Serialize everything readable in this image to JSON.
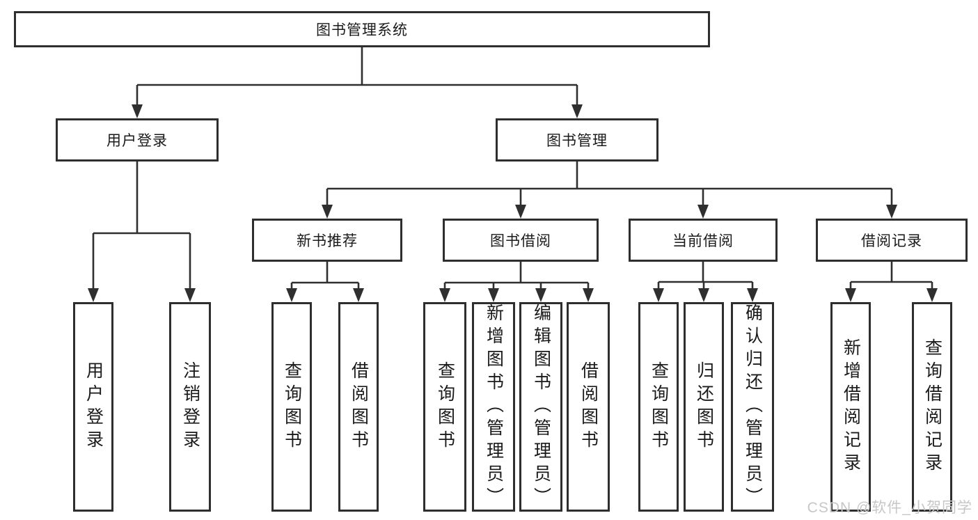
{
  "page": {
    "background_color": "#ffffff",
    "line_color": "#2f2f2f",
    "text_color": "#1a1a1a",
    "watermark_color": "#c7c7c7"
  },
  "diagram": {
    "root": "图书管理系统",
    "branches": [
      {
        "label": "用户登录",
        "children": [
          "用户登录",
          "注销登录"
        ]
      },
      {
        "label": "图书管理",
        "modules": [
          {
            "label": "新书推荐",
            "children": [
              "查询图书",
              "借阅图书"
            ]
          },
          {
            "label": "图书借阅",
            "children": [
              "查询图书",
              "新增图书（管理员）",
              "编辑图书（管理员）",
              "借阅图书"
            ]
          },
          {
            "label": "当前借阅",
            "children": [
              "查询图书",
              "归还图书",
              "确认归还（管理员）"
            ]
          },
          {
            "label": "借阅记录",
            "children": [
              "新增借阅记录",
              "查询借阅记录"
            ]
          }
        ]
      }
    ]
  },
  "watermark": "CSDN @软件_小贺同学"
}
